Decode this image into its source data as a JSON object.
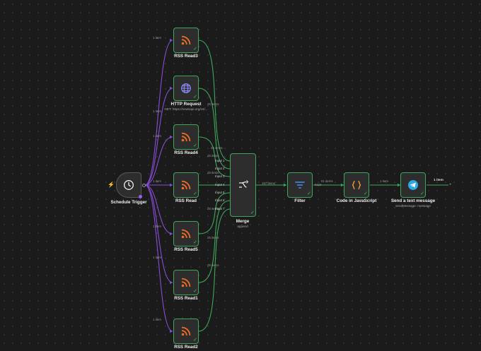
{
  "colors": {
    "canvas": "#1b1b1b",
    "success_edge": "#3fa75a",
    "trigger_edge": "#8a4cd8",
    "rss_orange": "#f26b22",
    "http_purple": "#8c8cff",
    "filter_blue": "#4a8bf5",
    "code_orange": "#ff9a3d",
    "telegram_blue": "#2ea8e0"
  },
  "nodes": {
    "schedule_trigger": {
      "title": "Schedule Trigger",
      "icon": "clock-icon"
    },
    "rss_read3": {
      "title": "RSS Read3",
      "icon": "rss-icon"
    },
    "http_request": {
      "title": "HTTP Request",
      "subtitle": "GET: https://newsapi.org/v2/...",
      "icon": "globe-icon"
    },
    "rss_read4": {
      "title": "RSS Read4",
      "icon": "rss-icon"
    },
    "rss_read": {
      "title": "RSS Read",
      "icon": "rss-icon"
    },
    "rss_read5": {
      "title": "RSS Read5",
      "icon": "rss-icon"
    },
    "rss_read1": {
      "title": "RSS Read1",
      "icon": "rss-icon"
    },
    "rss_read2": {
      "title": "RSS Read2",
      "icon": "rss-icon"
    },
    "merge": {
      "title": "Merge",
      "subtitle": "append",
      "icon": "merge-icon"
    },
    "filter": {
      "title": "Filter",
      "icon": "filter-icon"
    },
    "code": {
      "title": "Code in JavaScript",
      "icon": "code-braces-icon"
    },
    "telegram": {
      "title": "Send a text message",
      "subtitle": "sendMessage: message",
      "icon": "telegram-icon"
    }
  },
  "merge_inputs": [
    "Input 1",
    "Input 2",
    "Input 3",
    "Input 4",
    "Input 5",
    "Input 6",
    "Input 7"
  ],
  "edge_labels": {
    "trigger_to_read3": "1 item",
    "trigger_to_http": "1 item",
    "trigger_to_read4": "1 item",
    "trigger_to_read": "1 item",
    "trigger_to_read5": "1 item",
    "trigger_to_read1": "1 item",
    "trigger_to_read2": "1 item",
    "read3_out": "25 items",
    "http_out": "25 items",
    "read4_out": "25 items",
    "read_out": "25 items",
    "read5_out": "25 items",
    "read1_out": "25 items",
    "read2_out": "25 items",
    "merge_to_filter": "157 items",
    "filter_to_code": "51 items",
    "filter_kept": "Kept",
    "code_to_telegram": "1 item",
    "telegram_out": "1 item"
  }
}
